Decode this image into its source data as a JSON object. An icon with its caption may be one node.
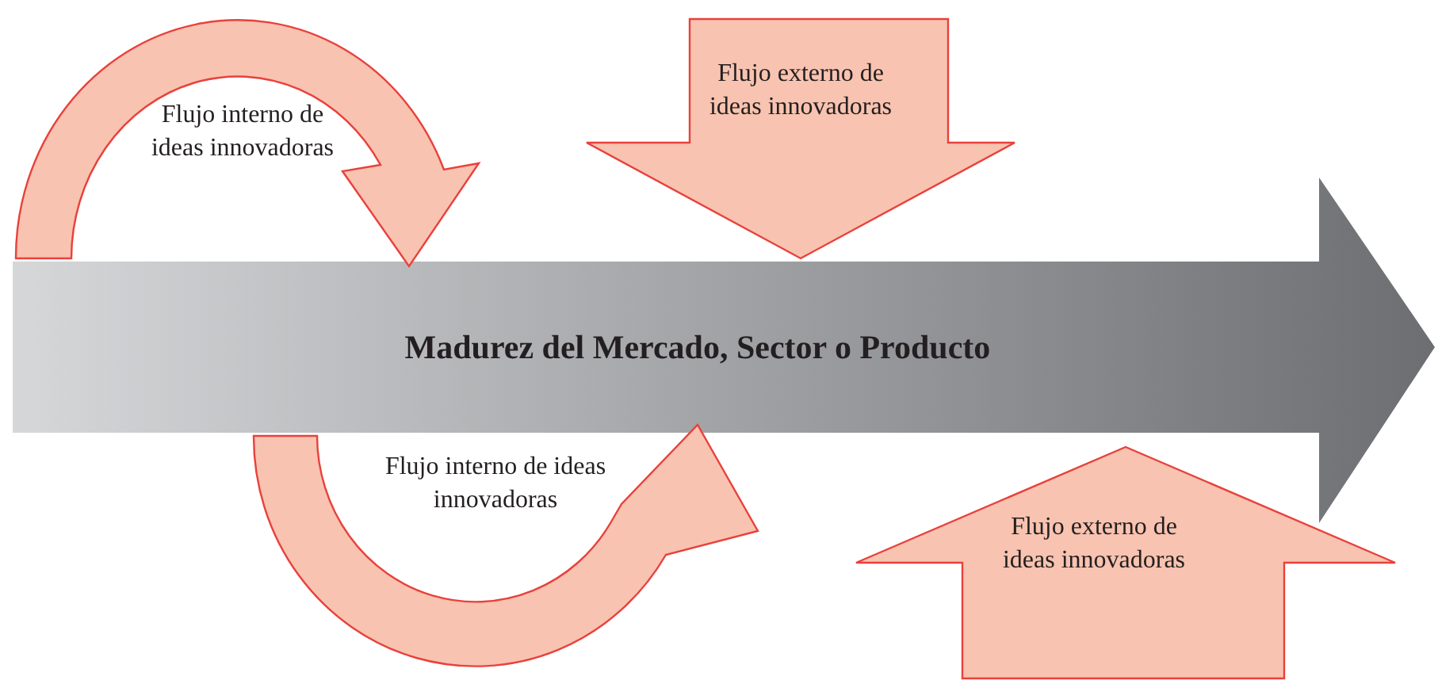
{
  "diagram": {
    "nodes": [
      {
        "text": [
          "Flujo interno de ideas innovadoras"
        ]
      },
      {
        "text": [
          "Flujo externo de ideas innovadoras"
        ]
      },
      {
        "text": [
          "Madurez del Mercado, Sector o Producto"
        ]
      },
      {
        "text": [
          "Flujo interno de ideas innovadoras"
        ]
      },
      {
        "text": [
          "Flujo externo de ideas innovadoras"
        ]
      }
    ]
  }
}
